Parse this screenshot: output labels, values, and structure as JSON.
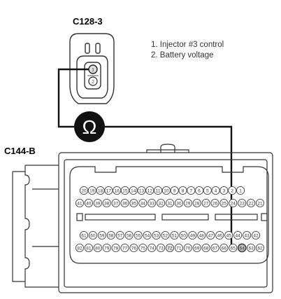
{
  "top_connector": {
    "name": "C128-3",
    "pins": [
      {
        "num": "1",
        "desc": "1. Injector #3 control"
      },
      {
        "num": "2",
        "desc": "2. Battery voltage"
      }
    ]
  },
  "meter": {
    "symbol": "Ω"
  },
  "ecm_connector": {
    "name": "C144-B",
    "row1": [
      "20",
      "19",
      "18",
      "17",
      "16",
      "15",
      "14",
      "13",
      "12",
      "11",
      "10",
      "9",
      "8",
      "7",
      "6",
      "5",
      "4",
      "3",
      "2",
      "1"
    ],
    "row2": [
      "41",
      "40",
      "39",
      "38",
      "37",
      "36",
      "35",
      "34",
      "33",
      "32",
      "31",
      "30",
      "29",
      "28",
      "27",
      "26",
      "25",
      "24",
      "23",
      "22",
      "21"
    ],
    "row3": [
      "61",
      "60",
      "59",
      "58",
      "57",
      "56",
      "55",
      "54",
      "53",
      "52",
      "51",
      "50",
      "49",
      "48",
      "47",
      "46",
      "45",
      "44",
      "43",
      "42"
    ],
    "row4": [
      "82",
      "81",
      "80",
      "79",
      "78",
      "77",
      "76",
      "75",
      "74",
      "73",
      "72",
      "71",
      "70",
      "69",
      "68",
      "67",
      "66",
      "65",
      "64",
      "63",
      "62"
    ]
  }
}
